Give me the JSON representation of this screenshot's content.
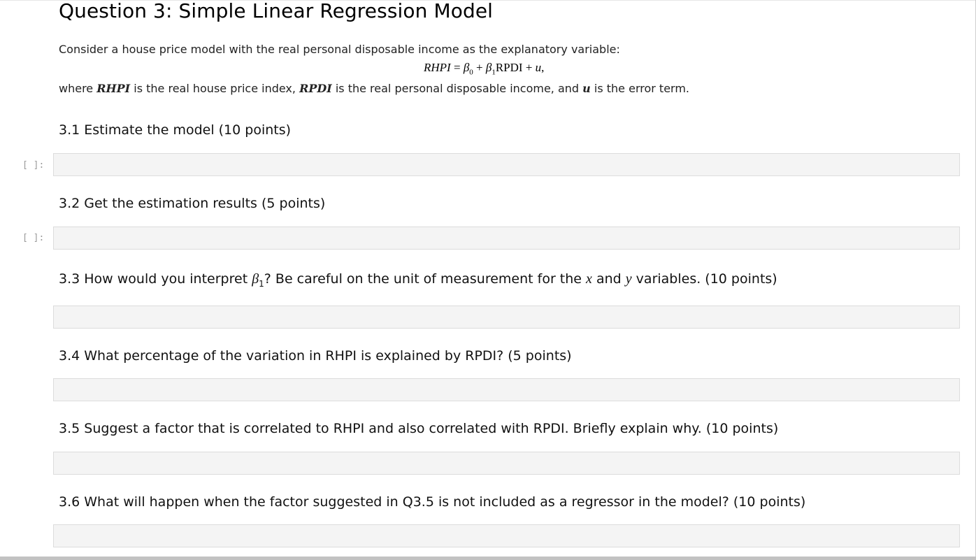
{
  "title": "Question 3: Simple Linear Regression Model",
  "intro": "Consider a house price model with the real personal disposable income as the explanatory variable:",
  "equation": {
    "lhs": "RHPI",
    "equals": " = ",
    "b0": "β",
    "b0_sub": "0",
    "plus1": " + ",
    "b1": "β",
    "b1_sub": "1",
    "var": "RPDI",
    "plus2": " + ",
    "err": "u",
    "end": ","
  },
  "where_line": {
    "p1": "where ",
    "rhpi": "RHPI",
    "p2": " is the real house price index, ",
    "rpdi": "RPDI",
    "p3": " is the real personal disposable income, and ",
    "u": "u",
    "p4": " is the error term."
  },
  "cell_prompt": "[ ]:",
  "sections": {
    "s1": "3.1 Estimate the model (10 points)",
    "s2": "3.2 Get the estimation results (5 points)",
    "s3": {
      "a": "3.3 How would you interpret ",
      "beta": "β",
      "beta_sub": "1",
      "b": "? Be careful on the unit of measurement for the ",
      "x": "x",
      "c": " and ",
      "y": "y",
      "d": " variables. (10 points)"
    },
    "s4": "3.4 What percentage of the variation in RHPI is explained by RPDI? (5 points)",
    "s5": "3.5 Suggest a factor that is correlated to RHPI and also correlated with RPDI. Briefly explain why. (10 points)",
    "s6": "3.6 What will happen when the factor suggested in Q3.5 is not included as a regressor in the model? (10 points)"
  }
}
